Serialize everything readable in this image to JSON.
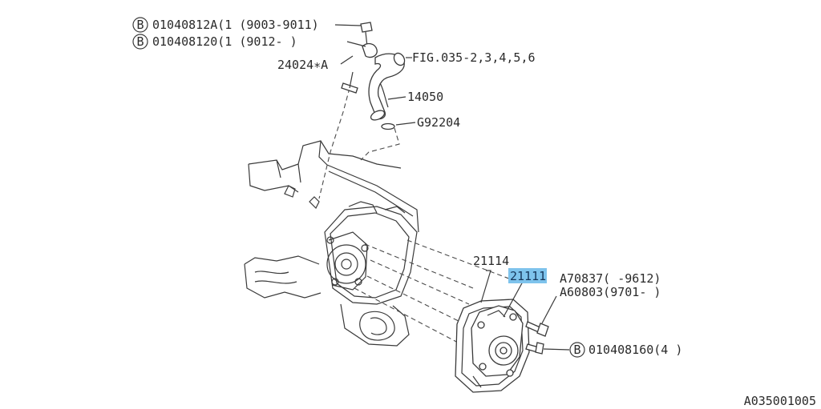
{
  "callouts": {
    "bolt_b_1": {
      "text": "01040812A(1 (9003-9011)"
    },
    "bolt_b_2": {
      "text": "010408120(1 (9012-     )"
    },
    "clip_24024": {
      "text": "24024∗A"
    },
    "fig_ref": {
      "text": "FIG.035-2,3,4,5,6"
    },
    "pipe_14050": {
      "text": "14050"
    },
    "oring_g92204": {
      "text": "G92204"
    },
    "gasket_21114": {
      "text": "21114"
    },
    "pump_21111": {
      "text": "21111"
    },
    "bolt_a70837": {
      "text": "A70837(    -9612)"
    },
    "bolt_a60803": {
      "text": "A60803(9701-    )"
    },
    "bolt_b_3": {
      "text": "010408160(4 )"
    }
  },
  "badge_letter": "B",
  "diagram_code": "A035001005",
  "colors": {
    "highlight": "#7ec3ec",
    "line": "#3a3a3a"
  }
}
